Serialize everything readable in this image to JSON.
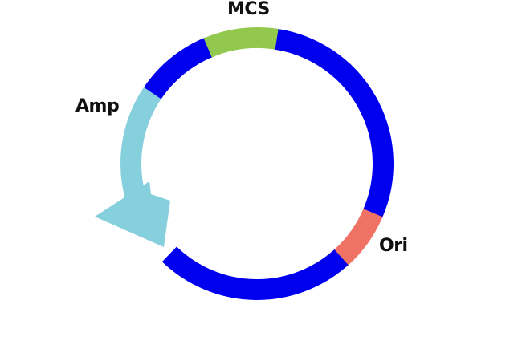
{
  "features": {
    "mcs": {
      "label": "MCS",
      "color": "#92c84e"
    },
    "amp": {
      "label": "Amp",
      "color": "#86d0de"
    },
    "ori": {
      "label": "Ori",
      "color": "#f07264"
    },
    "backbone": {
      "color": "#0000ee"
    }
  }
}
